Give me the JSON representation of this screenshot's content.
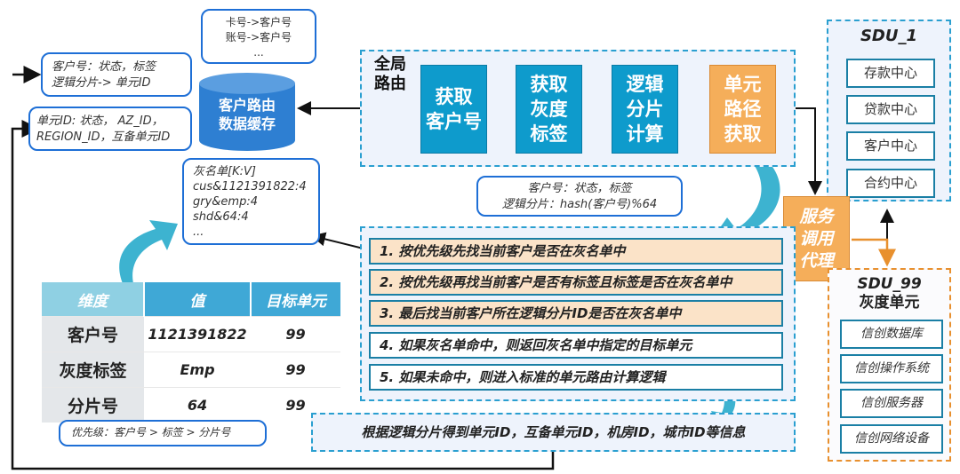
{
  "diagram": {
    "cache_bubbles": {
      "card_map": [
        "卡号->客户号",
        "账号->客户号",
        "..."
      ],
      "customer_status": [
        "客户号：状态，标签",
        "逻辑分片-> 单元ID"
      ],
      "unit_status": [
        "单元ID: 状态， AZ_ID，",
        "REGION_ID，互备单元ID"
      ],
      "graylist": [
        "灰名单[K:V]",
        "cus&1121391822:4",
        "gry&emp:4",
        "shd&64:4",
        "..."
      ]
    },
    "cache_db": {
      "label_line1": "客户路由",
      "label_line2": "数据缓存"
    },
    "global_routing": {
      "title_line1": "全局",
      "title_line2": "路由",
      "steps": [
        {
          "label": "获取\n客户号",
          "color": "#0e9bcc"
        },
        {
          "label": "获取\n灰度\n标签",
          "color": "#0e9bcc"
        },
        {
          "label": "逻辑\n分片\n计算",
          "color": "#0e9bcc"
        },
        {
          "label": "单元\n路径\n获取",
          "color": "#f5ae5a"
        }
      ],
      "note": [
        "客户号：状态，标签",
        "逻辑分片：hash(客户号)%64"
      ]
    },
    "service_proxy": {
      "label": "服务\n调用\n代理"
    },
    "sdu_1": {
      "title": "SDU_1",
      "services": [
        "存款中心",
        "贷款中心",
        "客户中心",
        "合约中心"
      ]
    },
    "sdu_99": {
      "title_line1": "SDU_99",
      "title_line2": "灰度单元",
      "services": [
        "信创数据库",
        "信创操作系统",
        "信创服务器",
        "信创网络设备"
      ]
    },
    "rules": [
      {
        "text": "1. 按优先级先找当前客户是否在灰名单中",
        "highlighted": true
      },
      {
        "text": "2. 按优先级再找当前客户是否有标签且标签是否在灰名单中",
        "highlighted": true
      },
      {
        "text": "3. 最后找当前客户所在逻辑分片ID是否在灰名单中",
        "highlighted": true
      },
      {
        "text": "4. 如果灰名单命中，则返回灰名单中指定的目标单元",
        "highlighted": false
      },
      {
        "text": "5. 如果未命中，则进入标准的单元路由计算逻辑",
        "highlighted": false
      }
    ],
    "result_box": "根据逻辑分片得到单元ID，互备单元ID，机房ID，城市ID等信息",
    "gray_table": {
      "headers": [
        "维度",
        "值",
        "目标单元"
      ],
      "rows": [
        [
          "客户号",
          "1121391822",
          "99"
        ],
        [
          "灰度标签",
          "Emp",
          "99"
        ],
        [
          "分片号",
          "64",
          "99"
        ]
      ],
      "priority_note": "优先级：客户号 > 标签 > 分片号"
    },
    "colors": {
      "process_blue": "#0e9bcc",
      "process_orange": "#f5ae5a",
      "dashed_blue": "#2a9fd0",
      "dashed_orange": "#e8902e",
      "bubble_border": "#1e6fd6",
      "curve_arrow": "#3db3d0"
    }
  }
}
